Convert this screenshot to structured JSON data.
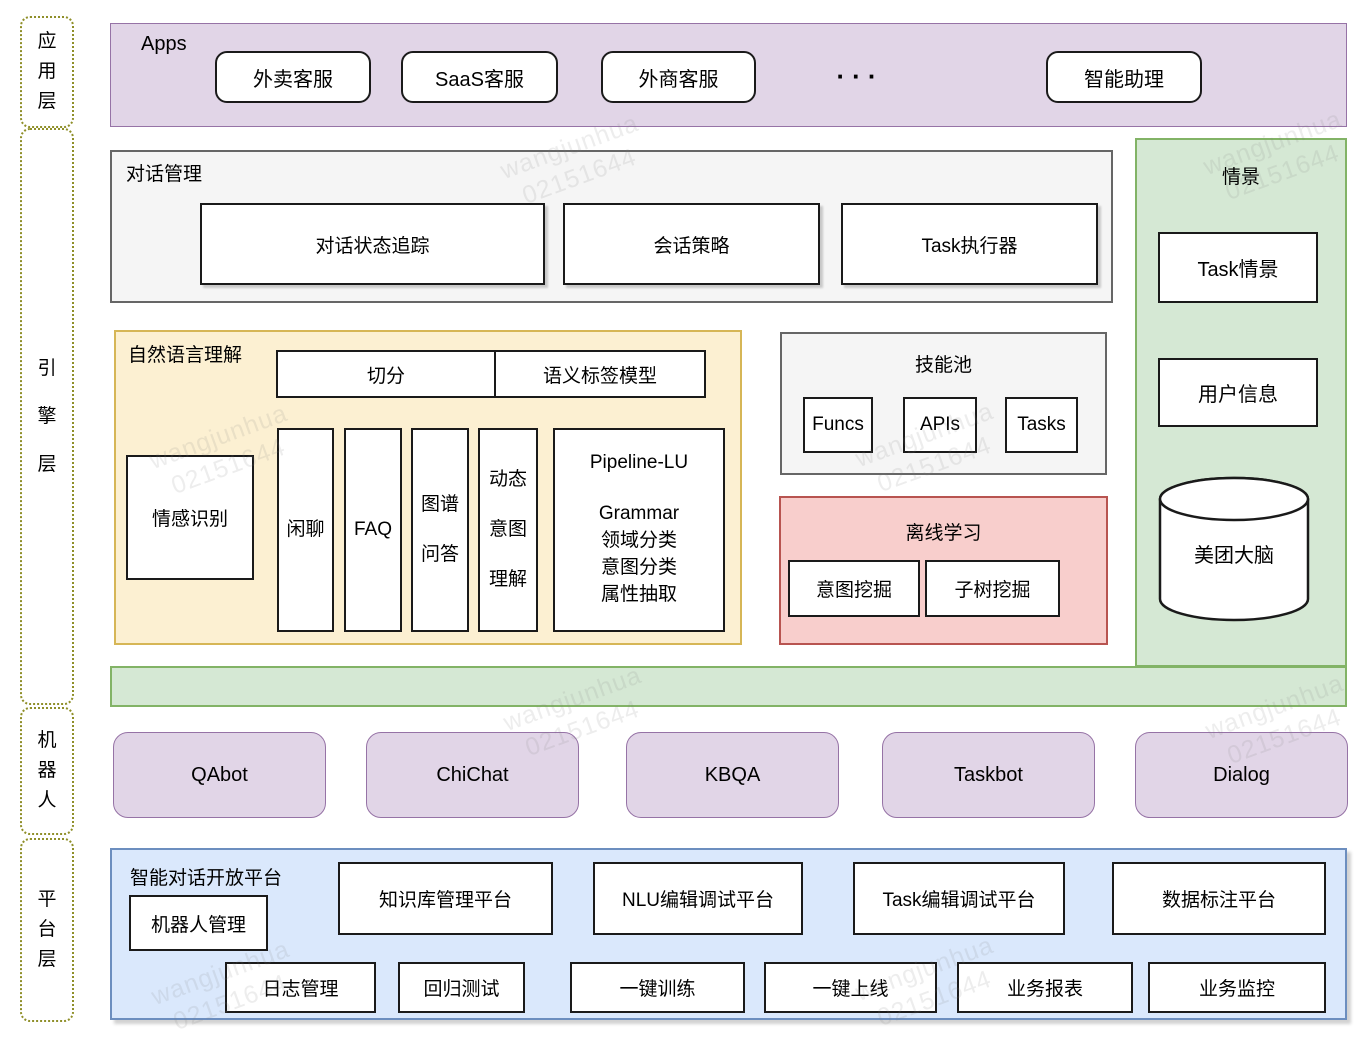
{
  "watermark": {
    "line1": "wangjunhua",
    "line2": "02151644"
  },
  "layer_labels": {
    "application": "应用层",
    "engine": "引擎层",
    "robot": "机器人",
    "platform": "平台层"
  },
  "apps_band": {
    "title": "Apps",
    "buttons": [
      "外卖客服",
      "SaaS客服",
      "外商客服"
    ],
    "ellipsis": "···",
    "assistant": "智能助理"
  },
  "dialog_management": {
    "title": "对话管理",
    "boxes": [
      "对话状态追踪",
      "会话策略",
      "Task执行器"
    ]
  },
  "nlu": {
    "title": "自然语言理解",
    "segmentation": "切分",
    "semantic_label_model": "语义标签模型",
    "emotion": "情感识别",
    "chitchat": "闲聊",
    "faq": "FAQ",
    "kg_qa": "图谱问答",
    "dynamic_intent": "动态意图理解",
    "pipeline": {
      "title": "Pipeline-LU",
      "lines": [
        "Grammar",
        "领域分类",
        "意图分类",
        "属性抽取"
      ]
    }
  },
  "skill_pool": {
    "title": "技能池",
    "boxes": [
      "Funcs",
      "APIs",
      "Tasks"
    ]
  },
  "offline_learning": {
    "title": "离线学习",
    "boxes": [
      "意图挖掘",
      "子树挖掘"
    ]
  },
  "context_panel": {
    "title": "情景",
    "boxes": [
      "Task情景",
      "用户信息"
    ],
    "database": "美团大脑"
  },
  "robots": [
    "QAbot",
    "ChiChat",
    "KBQA",
    "Taskbot",
    "Dialog"
  ],
  "platform": {
    "title": "智能对话开放平台",
    "bot_management": "机器人管理",
    "row1": [
      "知识库管理平台",
      "NLU编辑调试平台",
      "Task编辑调试平台",
      "数据标注平台"
    ],
    "row2": [
      "日志管理",
      "回归测试",
      "一键训练",
      "一键上线",
      "业务报表",
      "业务监控"
    ]
  },
  "colors": {
    "purple-fill": "#E1D5E7",
    "purple-border": "#9673A6",
    "gray-fill": "#F5F5F5",
    "gray-border": "#666666",
    "yellow-fill": "#FCF0D2",
    "yellow-border": "#D6B656",
    "red-fill": "#F8CECC",
    "red-border": "#B85450",
    "green-fill": "#D5E8D4",
    "green-border": "#82B366",
    "blue-fill": "#DAE8FC",
    "blue-border": "#6C8EBF",
    "box-border": "#1A1A1A",
    "dashed-border": "#8F8F29",
    "watermark-color": "rgba(130,130,130,0.14)"
  }
}
